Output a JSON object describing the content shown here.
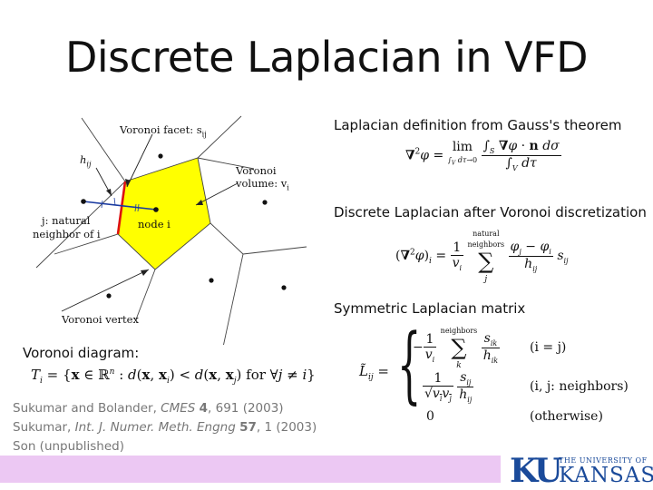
{
  "slide": {
    "title": "Discrete Laplacian in VFD"
  },
  "diagram": {
    "labels": {
      "voronoi_facet": "Voronoi facet: s",
      "voronoi_facet_sub": "ij",
      "h_ij": "h",
      "h_ij_sub": "ij",
      "voronoi_volume_1": "Voronoi",
      "voronoi_volume_2": "volume: v",
      "voronoi_volume_sub": "i",
      "node_i": "node i",
      "neighbor_1": "j: natural",
      "neighbor_2": "neighbor of i",
      "voronoi_vertex": "Voronoi vertex"
    },
    "colors": {
      "cell_fill": "#ffff00",
      "facet": "#dd1111",
      "h_segment": "#1a3aa0"
    }
  },
  "voronoi_diagram": {
    "heading": "Voronoi diagram:",
    "formula": "T_i = { x ∈ ℝ^n : d(x, x_i) < d(x, x_j) for ∀j ≠ i }"
  },
  "sections": {
    "gauss_heading": "Laplacian definition from Gauss's theorem",
    "discrete_heading": "Discrete Laplacian after Voronoi discretization",
    "symmetric_heading": "Symmetric Laplacian matrix"
  },
  "symmetric_cases": {
    "case1": "(i = j)",
    "case2": "(i, j: neighbors)",
    "case3": "(otherwise)",
    "zero": "0",
    "sum_label": "neighbors"
  },
  "references": [
    {
      "pre": "Sukumar and Bolander, ",
      "journal": "CMES",
      "vol": "4",
      "post": ", 691 (2003)"
    },
    {
      "pre": "Sukumar, ",
      "journal": "Int. J. Numer. Meth. Engng",
      "vol": "57",
      "post": ", 1 (2003)"
    },
    {
      "pre": "Son (unpublished)",
      "journal": "",
      "vol": "",
      "post": ""
    }
  ],
  "logo": {
    "ku": "KU",
    "university": "THE UNIVERSITY OF",
    "kansas": "KANSAS",
    "color": "#1a4a9a"
  },
  "footer": {
    "bar_color": "#ecc8f3"
  }
}
